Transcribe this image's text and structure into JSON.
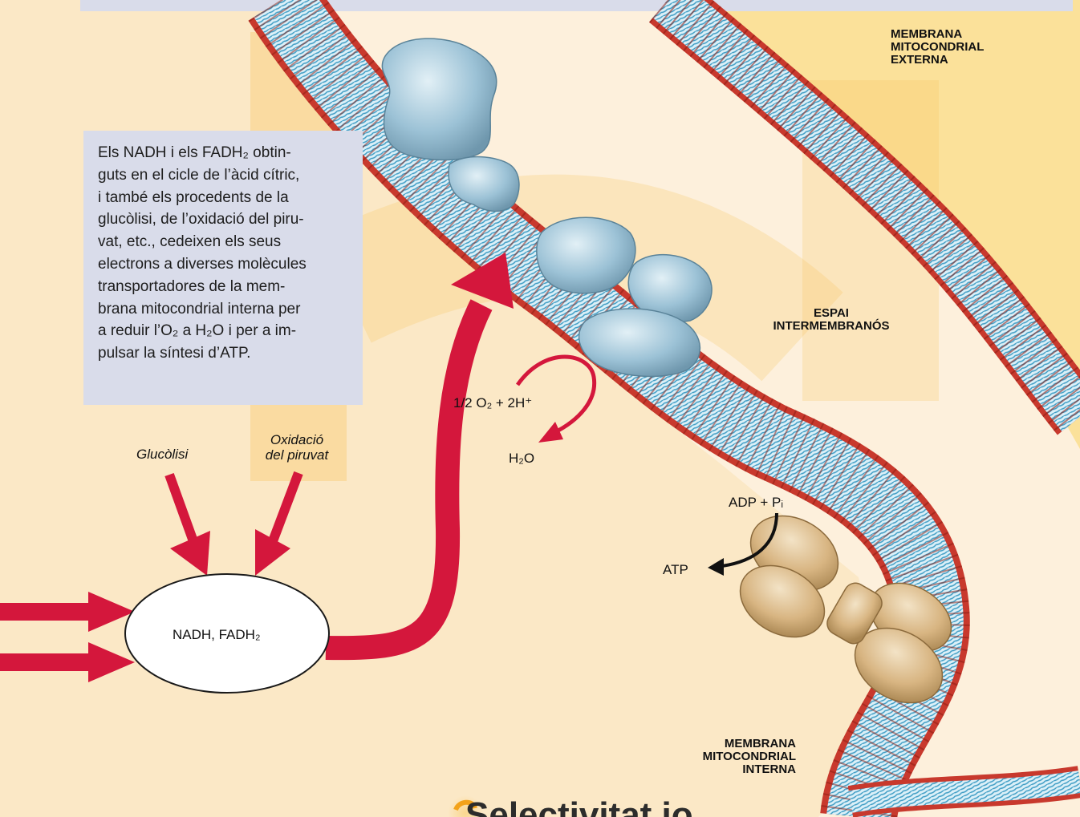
{
  "caption": {
    "lines": [
      "Els NADH i els FADH₂ obtin-",
      "guts en el cicle de l’àcid cítric,",
      "i també els procedents de la",
      "glucòlisi, de l’oxidació del piru-",
      "vat, etc., cedeixen els seus",
      "electrons a diverses molècules",
      "transportadores de la mem-",
      "brana mitocondrial interna per",
      "a reduir l’O₂ a H₂O i per a im-",
      "pulsar la síntesi d’ATP."
    ]
  },
  "labels": {
    "outer_membrane": [
      "MEMBRANA",
      "MITOCONDRIAL",
      "EXTERNA"
    ],
    "intermembrane_space": [
      "ESPAI",
      "INTERMEMBRANÓS"
    ],
    "inner_membrane": [
      "MEMBRANA",
      "MITOCONDRIAL",
      "INTERNA"
    ],
    "glycolysis": "Glucòlisi",
    "pyruvate_oxidation": [
      "Oxidació",
      "del piruvat"
    ],
    "nadh_fadh2": "NADH, FADH₂",
    "oxygen_reaction": "1/2 O₂ + 2H⁺",
    "water": "H₂O",
    "adp_pi": "ADP + Pᵢ",
    "atp": "ATP"
  },
  "watermark": "Selectivitat.io",
  "colors": {
    "background": "#fbe8c6",
    "matrix_light": "#fef6ea",
    "intermembrane": "#fdf0dc",
    "cytosol": "#fbe19a",
    "lipid_head": "#d2352a",
    "lipid_tail": "#4aa2c6",
    "arrow_red": "#d4173c",
    "protein_blue": "#9cc2d6",
    "atp_synthase": "#d8b582",
    "caption_bg": "#d9dcea"
  }
}
